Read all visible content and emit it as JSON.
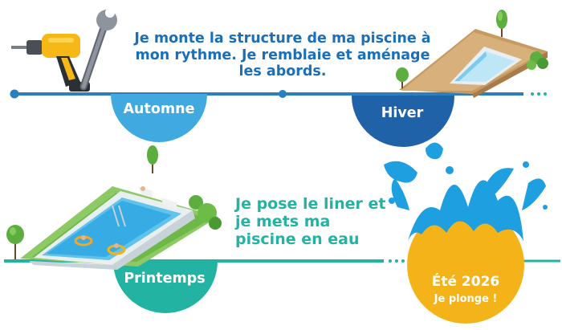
{
  "caption_top": "Je monte la structure de ma piscine à mon rythme. Je remblaie et aménage les abords.",
  "caption_bottom": "Je pose le liner et je mets ma piscine en eau",
  "seasons": {
    "autumn": "Automne",
    "winter": "Hiver",
    "spring": "Printemps",
    "summer": "Été 2026",
    "summer_sub": "Je plonge !"
  },
  "colors": {
    "timeline_blue": "#2a7fc1",
    "autumn_blue": "#3fa9e0",
    "winter_navy": "#1f62a8",
    "spring_teal": "#22b3a2",
    "summer_yellow": "#f5b31a",
    "splash_blue": "#1d9fe0",
    "text_blue": "#1b6fb8"
  },
  "icons": [
    "drill-icon",
    "wrench-icon",
    "tree-icon",
    "pool-icon",
    "splash-icon"
  ]
}
